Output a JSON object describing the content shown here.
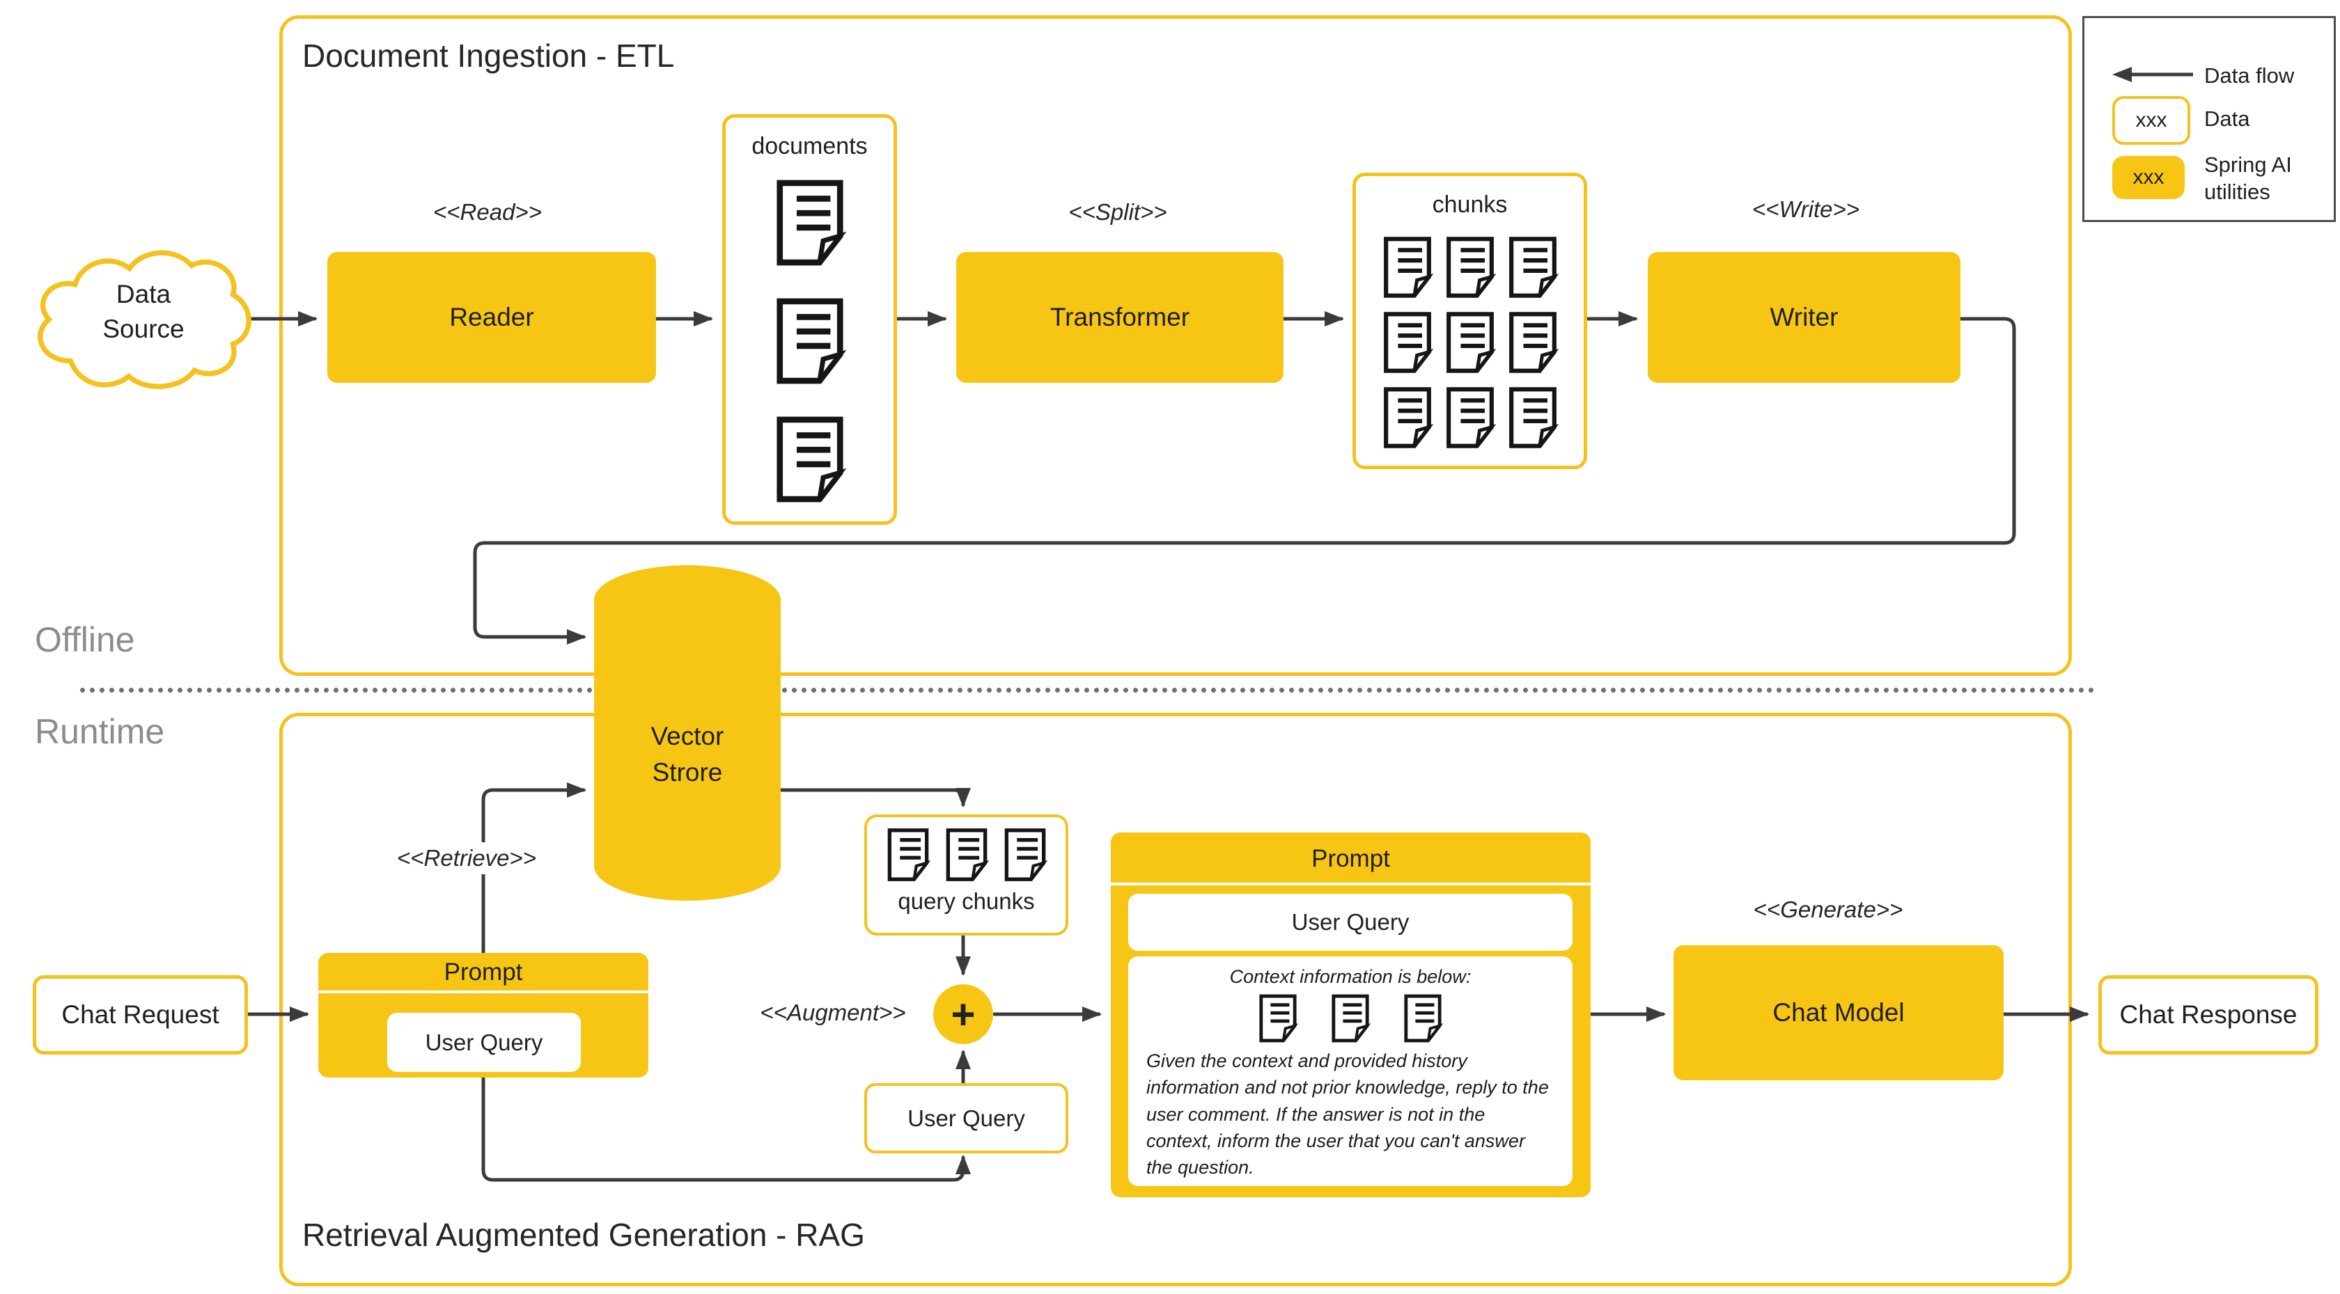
{
  "sections": {
    "etl_title": "Document Ingestion - ETL",
    "rag_title": "Retrieval Augmented Generation - RAG",
    "offline": "Offline",
    "runtime": "Runtime"
  },
  "stereotypes": {
    "read": "<<Read>>",
    "split": "<<Split>>",
    "write": "<<Write>>",
    "retrieve": "<<Retrieve>>",
    "augment": "<<Augment>>",
    "generate": "<<Generate>>"
  },
  "nodes": {
    "data_source": {
      "line1": "Data",
      "line2": "Source"
    },
    "reader": "Reader",
    "documents_title": "documents",
    "transformer": "Transformer",
    "chunks_title": "chunks",
    "writer": "Writer",
    "vector_store": {
      "line1": "Vector",
      "line2": "Strore"
    },
    "chat_request": "Chat Request",
    "prompt_small": {
      "title": "Prompt",
      "user_query": "User Query"
    },
    "query_chunks_label": "query chunks",
    "plus": "+",
    "user_query_box": "User Query",
    "prompt_big": {
      "title": "Prompt",
      "user_query": "User Query",
      "context_heading": "Context information is below:",
      "instructions": "Given the context and provided history information and not prior knowledge, reply to the user comment. If the answer is not in the context, inform the user that you can't answer the question."
    },
    "chat_model": "Chat Model",
    "chat_response": "Chat Response"
  },
  "legend": {
    "arrow_label": "Data flow",
    "data_box_text": "xxx",
    "data_label": "Data",
    "spring_box_text": "xxx",
    "spring_label": "Spring AI utilities"
  },
  "colors": {
    "yellow_fill": "#F7C614",
    "yellow_border": "#F3C21F",
    "line": "#3B3B3B",
    "gray_text": "#8C8C8C",
    "ink": "#1F1F1F"
  }
}
